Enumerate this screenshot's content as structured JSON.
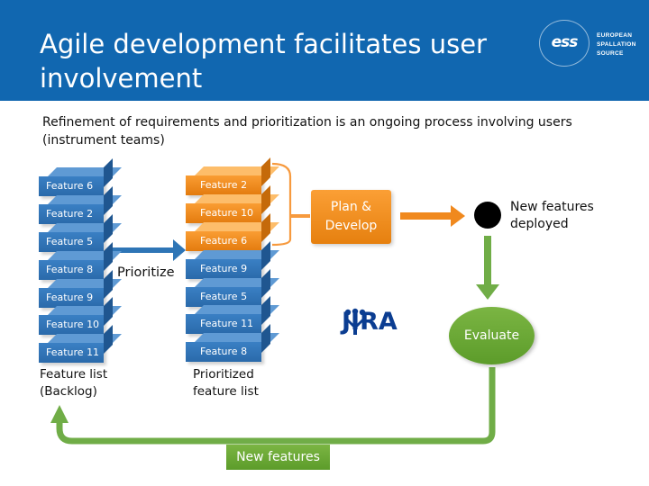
{
  "header": {
    "title": "Agile development facilitates user involvement",
    "logo": {
      "wordmark": "ess",
      "lines": [
        "EUROPEAN",
        "SPALLATION",
        "SOURCE"
      ]
    },
    "background": "#1167b0"
  },
  "subtitle": "Refinement of requirements and prioritization is an ongoing process involving users (instrument teams)",
  "backlog": {
    "items": [
      "Feature 6",
      "Feature 2",
      "Feature 5",
      "Feature 8",
      "Feature 9",
      "Feature 10",
      "Feature 11"
    ],
    "label": "Feature list (Backlog)"
  },
  "prioritize_label": "Prioritize",
  "prioritized": {
    "items": [
      "Feature 2",
      "Feature 10",
      "Feature 6",
      "Feature 9",
      "Feature 5",
      "Feature 11",
      "Feature 8"
    ],
    "highlighted_count": 3,
    "label": "Prioritized feature list"
  },
  "plan_develop": "Plan & Develop",
  "deployed_label": "New features deployed",
  "evaluate_label": "Evaluate",
  "new_features_label": "New features",
  "jira": {
    "wordmark": "JIRA"
  },
  "colors": {
    "blue": "#2e75b6",
    "orange": "#f0891e",
    "green": "#70ad47",
    "logo_blue": "#0b3d91"
  }
}
